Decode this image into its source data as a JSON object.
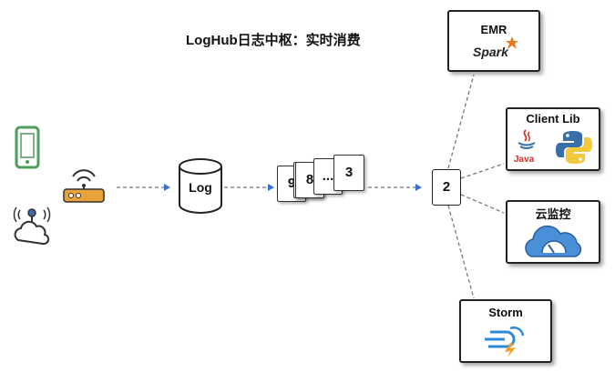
{
  "title": "LogHub日志中枢：实时消费",
  "store": {
    "label": "Log"
  },
  "shards": {
    "front": "3",
    "dots": "...",
    "mid": "8",
    "back": "9"
  },
  "consumer_group": {
    "label": "2"
  },
  "consumers": {
    "emr": {
      "title": "EMR",
      "logo": "Spark"
    },
    "client_lib": {
      "title": "Client Lib",
      "java_text": "Java"
    },
    "cloud_monitor": {
      "title": "云监控"
    },
    "storm": {
      "title": "Storm"
    }
  },
  "sources": [
    {
      "icon": "mobile-phone-icon"
    },
    {
      "icon": "router-icon"
    },
    {
      "icon": "iot-cloud-antenna-icon"
    }
  ],
  "colors": {
    "device_green": "#4f9e5c",
    "router_orange": "#e8a23a",
    "arrow_gray": "#777777",
    "java_red": "#d0322a",
    "python_blue": "#3a6ea8",
    "python_yellow": "#f2c83c",
    "monitor_blue": "#4a90d9",
    "storm_blue": "#2f8bd6",
    "storm_orange": "#f0a022",
    "spark_orange": "#e97b1f"
  }
}
